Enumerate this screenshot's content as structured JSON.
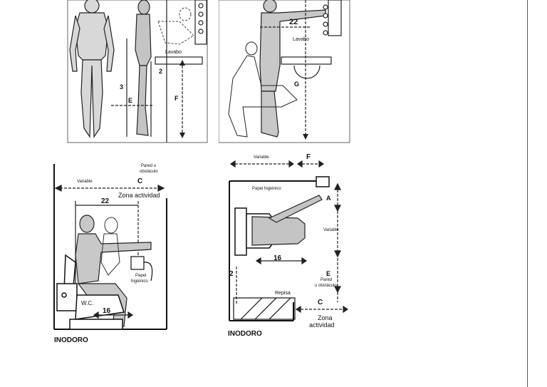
{
  "fig_top_left": {
    "lavabo": "Lavabo",
    "dim_3": "3",
    "dim_2": "2",
    "dim_e": "E",
    "dim_f": "F"
  },
  "fig_top_right": {
    "dim_22": "22",
    "lavabo": "Lavabo",
    "dim_g": "G"
  },
  "fig_bottom_left": {
    "pared": "Pared u",
    "obstaculo": "obstáculo",
    "variable": "Variable",
    "dim_c": "C",
    "zona": "Zona actividad",
    "dim_22": "22",
    "papel_1": "Papel",
    "papel_2": "higiénico",
    "wc": "W.C.",
    "dim_16": "16",
    "caption": "INODORO"
  },
  "fig_bottom_right": {
    "variable": "Variable",
    "dim_f": "F",
    "papel": "Papel higiénico",
    "dim_a": "A",
    "variable_v": "Variable",
    "dim_16": "16",
    "dim_2": "2",
    "dim_e": "E",
    "pared_1": "Pared",
    "pared_2": "u obstáculo",
    "repisa": "Repisa",
    "dim_c": "C",
    "zona_1": "Zona",
    "zona_2": "actividad",
    "caption": "INODORO"
  }
}
